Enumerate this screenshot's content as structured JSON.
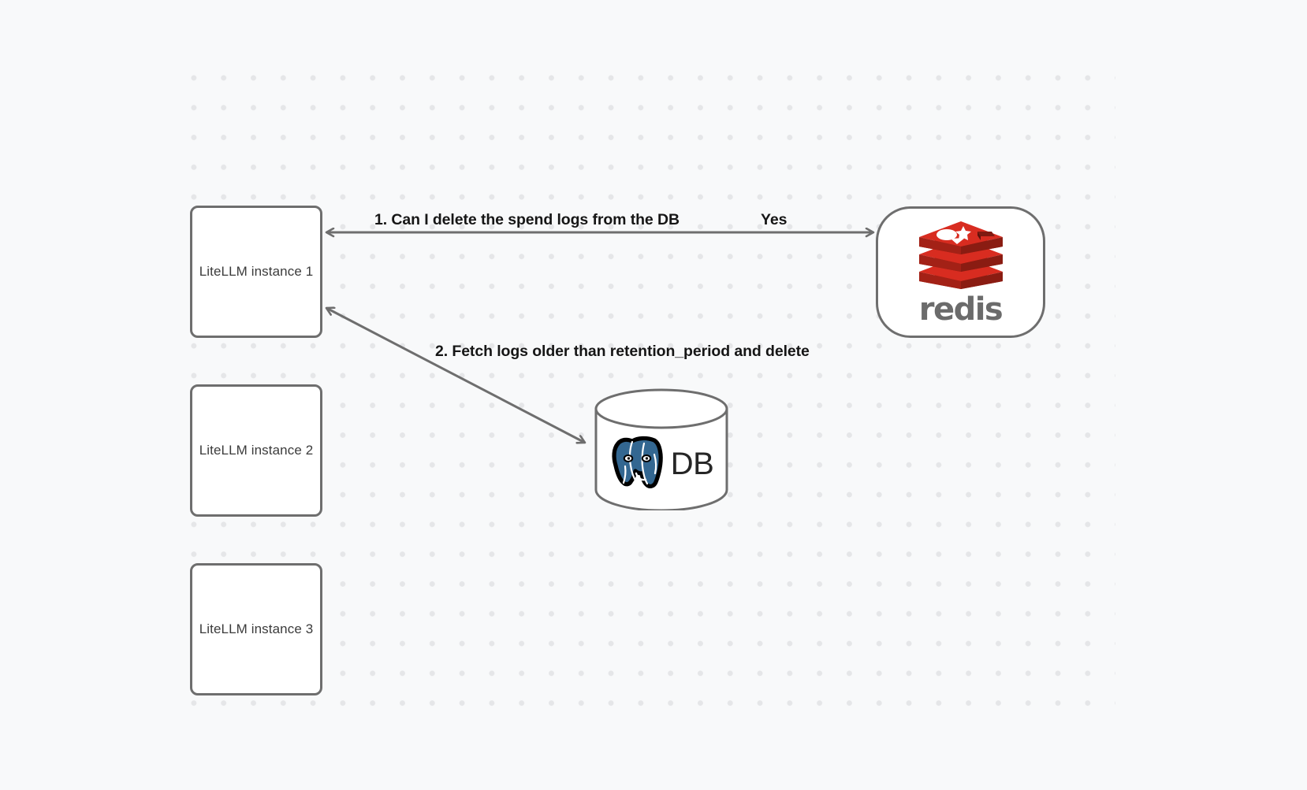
{
  "canvas": {
    "background_color": "#f8f9fa",
    "grid_dot_color": "#e5e6e8",
    "node_border_color": "#6e6e6e",
    "edge_color": "#6e6e6e"
  },
  "nodes": [
    {
      "id": "litellm-1",
      "label": "LiteLLM instance 1",
      "shape": "rounded-rect"
    },
    {
      "id": "litellm-2",
      "label": "LiteLLM instance 2",
      "shape": "rounded-rect"
    },
    {
      "id": "litellm-3",
      "label": "LiteLLM instance 3",
      "shape": "rounded-rect"
    },
    {
      "id": "redis",
      "label": "redis",
      "shape": "stadium",
      "logo": "redis-logo-icon",
      "brand_color": "#d82c20"
    },
    {
      "id": "database",
      "label": "DB",
      "shape": "cylinder",
      "logo": "postgresql-elephant-icon",
      "brand_color": "#336791"
    }
  ],
  "edges": [
    {
      "id": "edge-1",
      "from": "litellm-1",
      "to": "redis",
      "label": "1.  Can I delete the spend logs from the DB",
      "reply_label": "Yes",
      "direction": "bidirectional"
    },
    {
      "id": "edge-2",
      "from": "database",
      "to": "litellm-1",
      "label": "2.  Fetch logs older than retention_period and delete",
      "direction": "bidirectional"
    }
  ],
  "labels": {
    "step_one": "1.  Can I delete the spend logs from the DB",
    "yes": "Yes",
    "step_two": "2.  Fetch logs older than retention_period and delete",
    "db_text": "DB",
    "redis_text": "redis"
  }
}
